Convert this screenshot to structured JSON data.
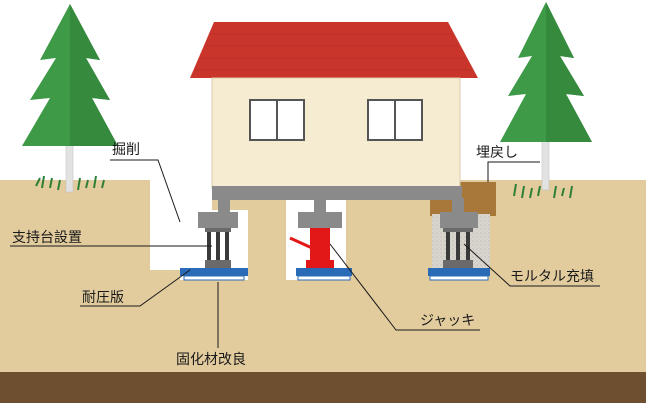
{
  "labels": {
    "excavation": "掘削",
    "support_stand": "支持台設置",
    "pressure_plate": "耐圧版",
    "solidification": "固化材改良",
    "jack": "ジャッキ",
    "backfill": "埋戻し",
    "mortar_fill": "モルタル充填"
  },
  "colors": {
    "ground": "#e2cc9e",
    "deep_soil": "#6e5030",
    "roof": "#c9352b",
    "wall": "#f6ecd2",
    "jack": "#e21818",
    "plate": "#2a6bb8",
    "tree": "#3f9a48",
    "mortar": "#d6d2cc"
  }
}
